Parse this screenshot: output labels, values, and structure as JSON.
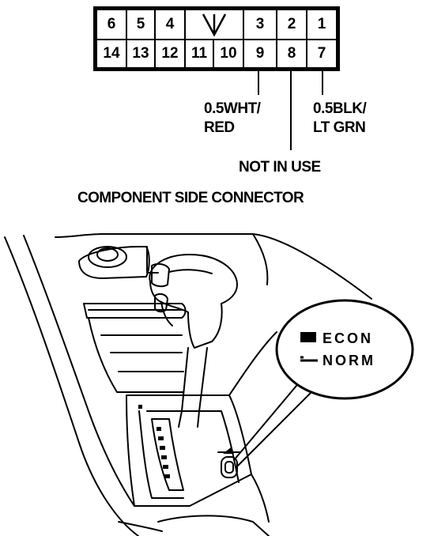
{
  "connector": {
    "top_row": [
      "6",
      "5",
      "4",
      "",
      "3",
      "2",
      "1"
    ],
    "bottom_row": [
      "14",
      "13",
      "12",
      "11",
      "10",
      "9",
      "8",
      "7"
    ]
  },
  "wires": {
    "pin9": {
      "line1": "0.5WHT/",
      "line2": "RED"
    },
    "pin7": {
      "line1": "0.5BLK/",
      "line2": "LT GRN"
    },
    "pin8": {
      "line1": "NOT IN USE"
    }
  },
  "caption": "COMPONENT SIDE CONNECTOR",
  "inset": {
    "econ_label": "ECON",
    "norm_label": "NORM"
  }
}
